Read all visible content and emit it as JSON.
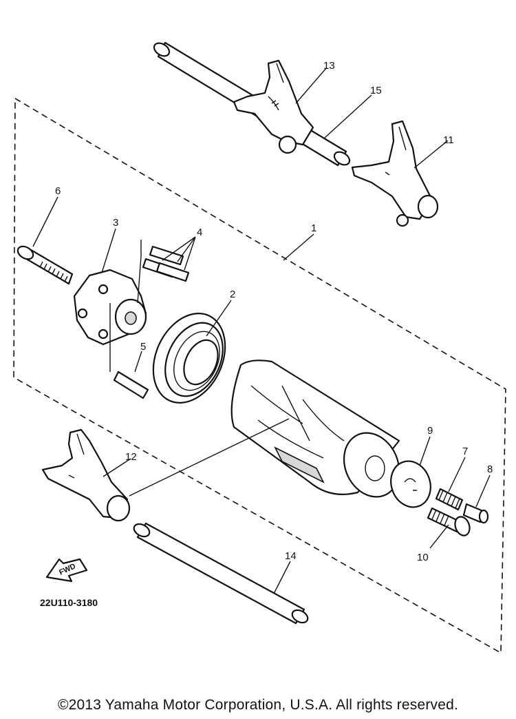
{
  "diagram": {
    "callouts": [
      "1",
      "2",
      "3",
      "4",
      "5",
      "6",
      "7",
      "8",
      "9",
      "10",
      "11",
      "12",
      "13",
      "14",
      "15"
    ],
    "front_arrow_label": "FWD",
    "drawing_number": "22U110-3180"
  },
  "footer": {
    "copyright": "©2013 Yamaha Motor Corporation, U.S.A. All rights reserved."
  }
}
